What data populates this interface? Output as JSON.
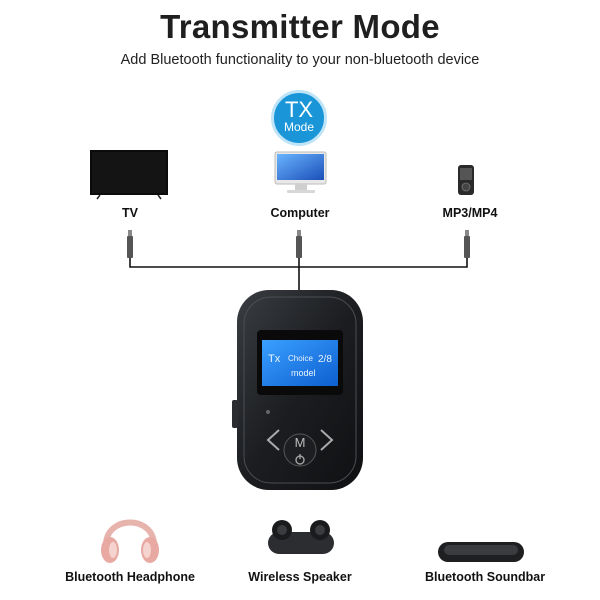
{
  "header": {
    "title": "Transmitter Mode",
    "subtitle": "Add Bluetooth functionality to your non-bluetooth device"
  },
  "badge": {
    "line1": "TX",
    "line2": "Mode",
    "color": "#1a96d8"
  },
  "sources": [
    {
      "label": "TV",
      "icon": "tv-icon"
    },
    {
      "label": "Computer",
      "icon": "computer-icon"
    },
    {
      "label": "MP3/MP4",
      "icon": "mp3-player-icon"
    }
  ],
  "device": {
    "screen_line1_left": "Tx",
    "screen_line1_mid": "Choice",
    "screen_line1_right": "2/8",
    "screen_line2": "model",
    "button_m": "M",
    "screen_color": "#1a7fe8"
  },
  "outputs": [
    {
      "label": "Bluetooth Headphone",
      "icon": "headphone-icon"
    },
    {
      "label": "Wireless Speaker",
      "icon": "earbuds-icon"
    },
    {
      "label": "Bluetooth Soundbar",
      "icon": "soundbar-icon"
    }
  ]
}
